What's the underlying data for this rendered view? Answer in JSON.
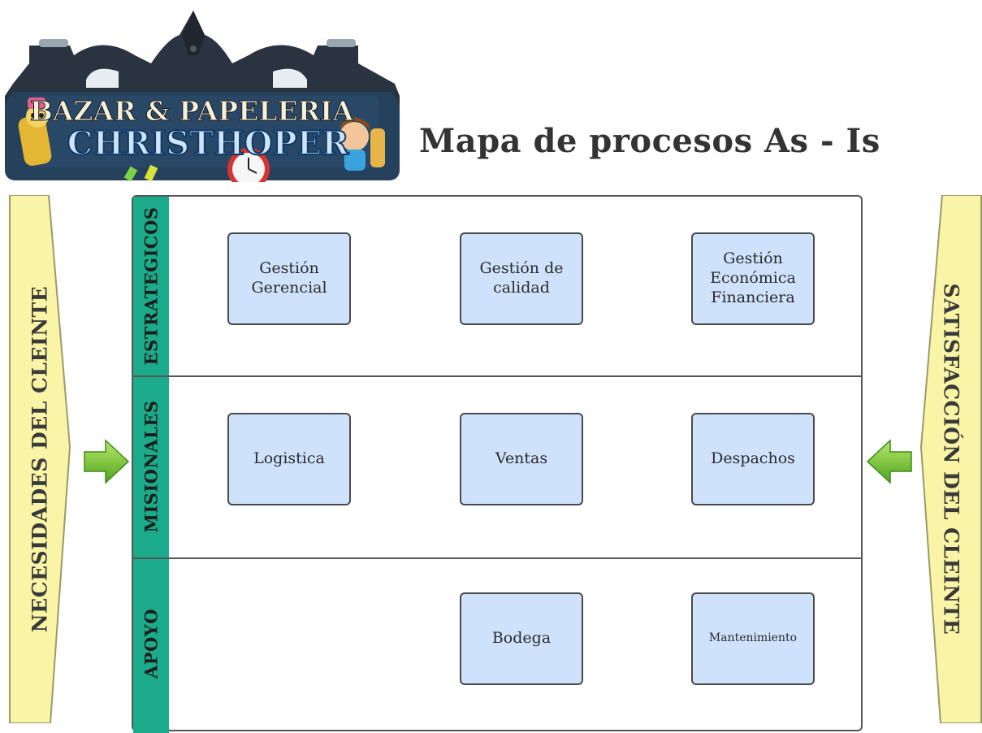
{
  "logo": {
    "line1": "BAZAR & PAPELERIA",
    "line2": "CHRISTHOPER"
  },
  "title": "Mapa de procesos As - Is",
  "left_banner": "NECESIDADES DEL CLEINTE",
  "right_banner": "SATISFACCIÓN DEL CLEINTE",
  "lanes": [
    {
      "label": "ESTRATEGICOS",
      "processes": [
        "Gestión\nGerencial",
        "Gestión de\ncalidad",
        "Gestión\nEconómica\nFinanciera"
      ]
    },
    {
      "label": "MISIONALES",
      "processes": [
        "Logistica",
        "Ventas",
        "Despachos"
      ]
    },
    {
      "label": "APOYO",
      "processes": [
        "Bodega",
        "Mantenimiento"
      ]
    }
  ],
  "colors": {
    "lane_strip": "#1cab8a",
    "process_fill": "#cfe2fb",
    "banner_fill": "#faf5a6",
    "arrow": "#7cc63a"
  }
}
